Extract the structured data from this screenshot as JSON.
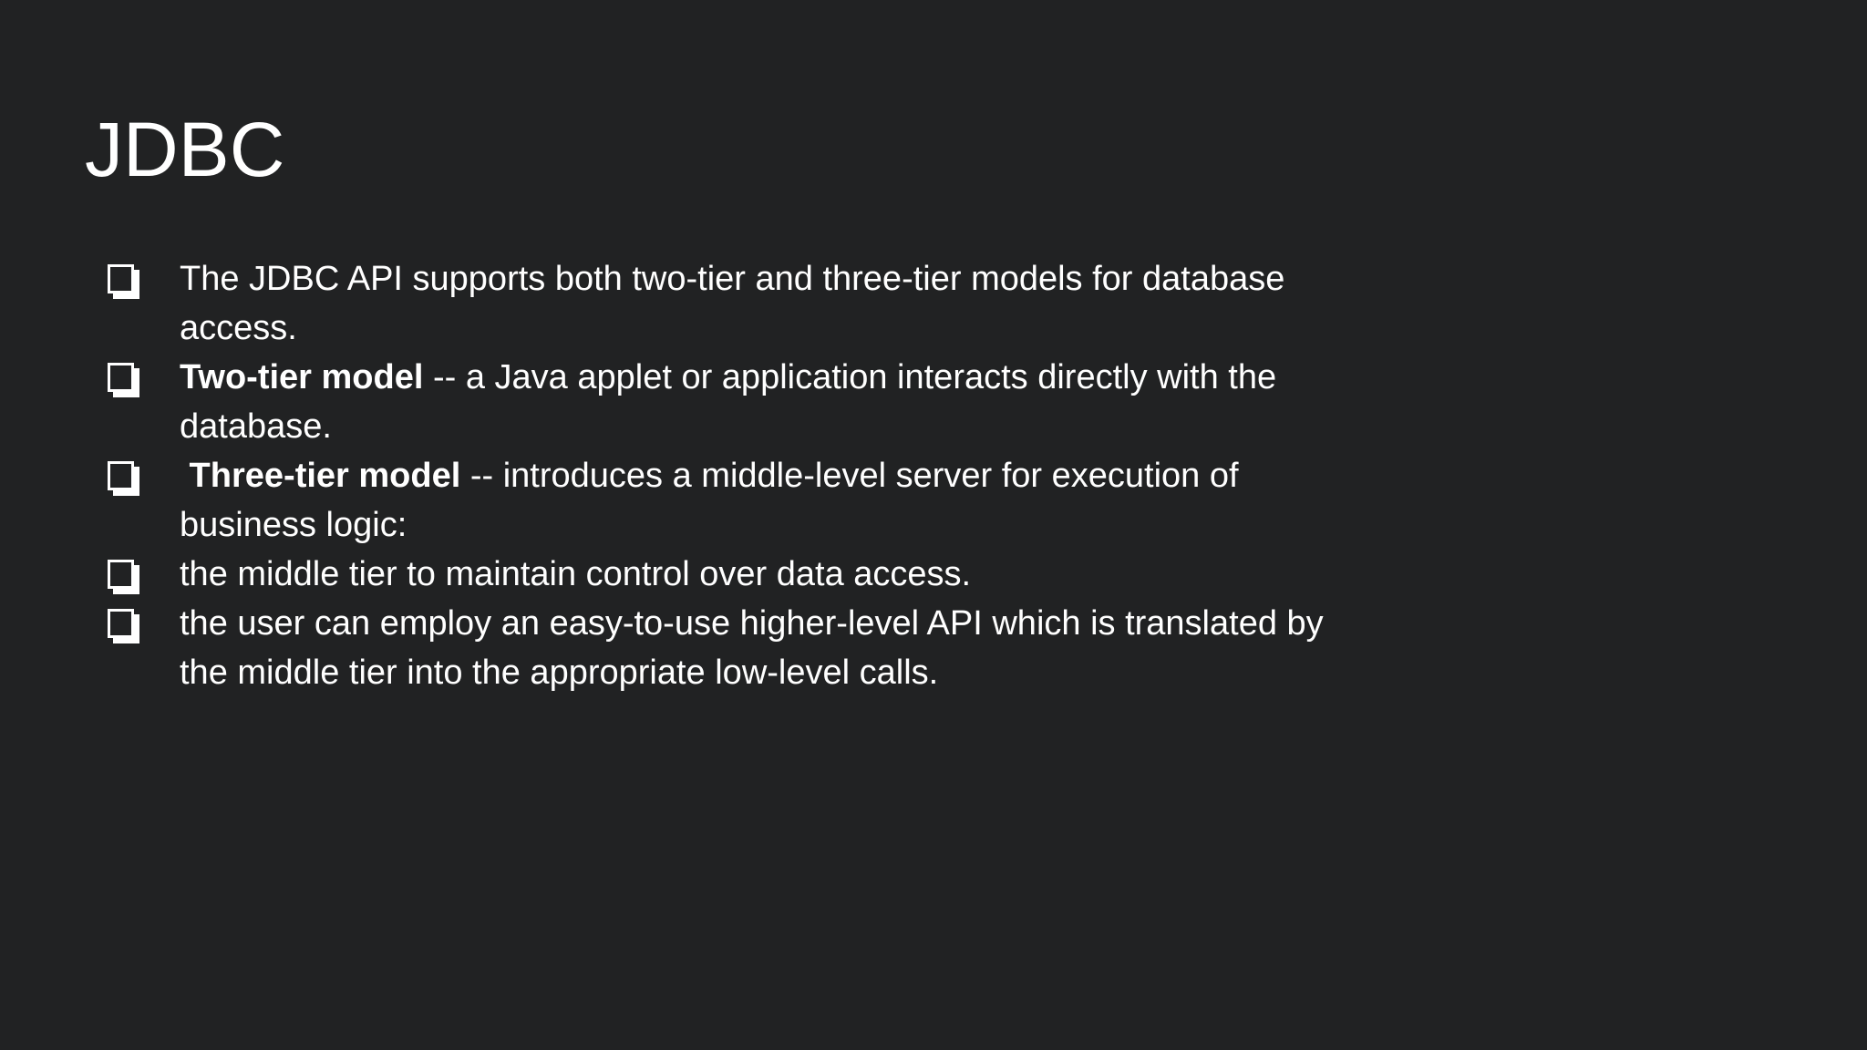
{
  "slide": {
    "title": "JDBC",
    "colors": {
      "background": "#212223",
      "text": "#ffffff",
      "bullet_outline": "#ffffff"
    },
    "bullet_icon": "lower-right-shadowed-square-checkbox",
    "bullets": [
      {
        "segments": [
          {
            "text": "The JDBC API supports both two-tier and three-tier models for database access.",
            "bold": false
          }
        ]
      },
      {
        "segments": [
          {
            "text": "Two-tier model",
            "bold": true
          },
          {
            "text": " -- a Java applet or application interacts directly with the database.",
            "bold": false
          }
        ]
      },
      {
        "segments": [
          {
            "text": " Three-tier model",
            "bold": true
          },
          {
            "text": " -- introduces a middle-level server for execution of business logic:",
            "bold": false
          }
        ]
      },
      {
        "segments": [
          {
            "text": "the middle tier to maintain control over data access.",
            "bold": false
          }
        ]
      },
      {
        "segments": [
          {
            "text": "the user can employ an easy-to-use higher-level API which is translated by the middle tier into the appropriate low-level calls.",
            "bold": false
          }
        ]
      }
    ]
  }
}
